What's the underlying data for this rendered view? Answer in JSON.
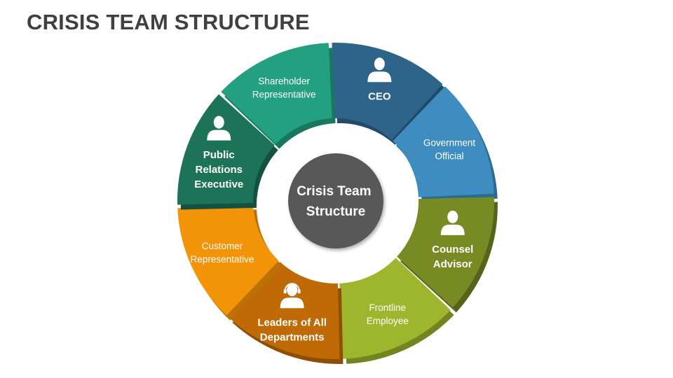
{
  "title": "CRISIS TEAM STRUCTURE",
  "center": {
    "lines": [
      "Crisis Team",
      "Structure"
    ],
    "color": "#595959"
  },
  "segments": [
    {
      "name": "segment-ceo",
      "lines": [
        "CEO"
      ],
      "bold": true,
      "icon": "person-icon",
      "color": "#2E6489",
      "shade": "#1F4A68"
    },
    {
      "name": "segment-government-official",
      "lines": [
        "Government",
        "Official"
      ],
      "bold": false,
      "icon": null,
      "color": "#3F8DC0",
      "shade": "#2B6A93"
    },
    {
      "name": "segment-counsel-advisor",
      "lines": [
        "Counsel",
        "Advisor"
      ],
      "bold": true,
      "icon": "person-icon",
      "color": "#788A23",
      "shade": "#56641A"
    },
    {
      "name": "segment-frontline-employee",
      "lines": [
        "Frontline",
        "Employee"
      ],
      "bold": false,
      "icon": null,
      "color": "#9DB62D",
      "shade": "#738520"
    },
    {
      "name": "segment-leaders-of-all-departments",
      "lines": [
        "Leaders of All",
        "Departments"
      ],
      "bold": true,
      "icon": "headset-person-icon",
      "color": "#BF6A07",
      "shade": "#8E4F05"
    },
    {
      "name": "segment-customer-representative",
      "lines": [
        "Customer",
        "Representative"
      ],
      "bold": false,
      "icon": null,
      "color": "#F39408",
      "shade": "#BC7106"
    },
    {
      "name": "segment-public-relations-executive",
      "lines": [
        "Public",
        "Relations",
        "Executive"
      ],
      "bold": true,
      "icon": "person-icon",
      "color": "#1C7358",
      "shade": "#135241"
    },
    {
      "name": "segment-shareholder-representative",
      "lines": [
        "Shareholder",
        "Representative"
      ],
      "bold": false,
      "icon": null,
      "color": "#22A07F",
      "shade": "#18785F"
    }
  ]
}
